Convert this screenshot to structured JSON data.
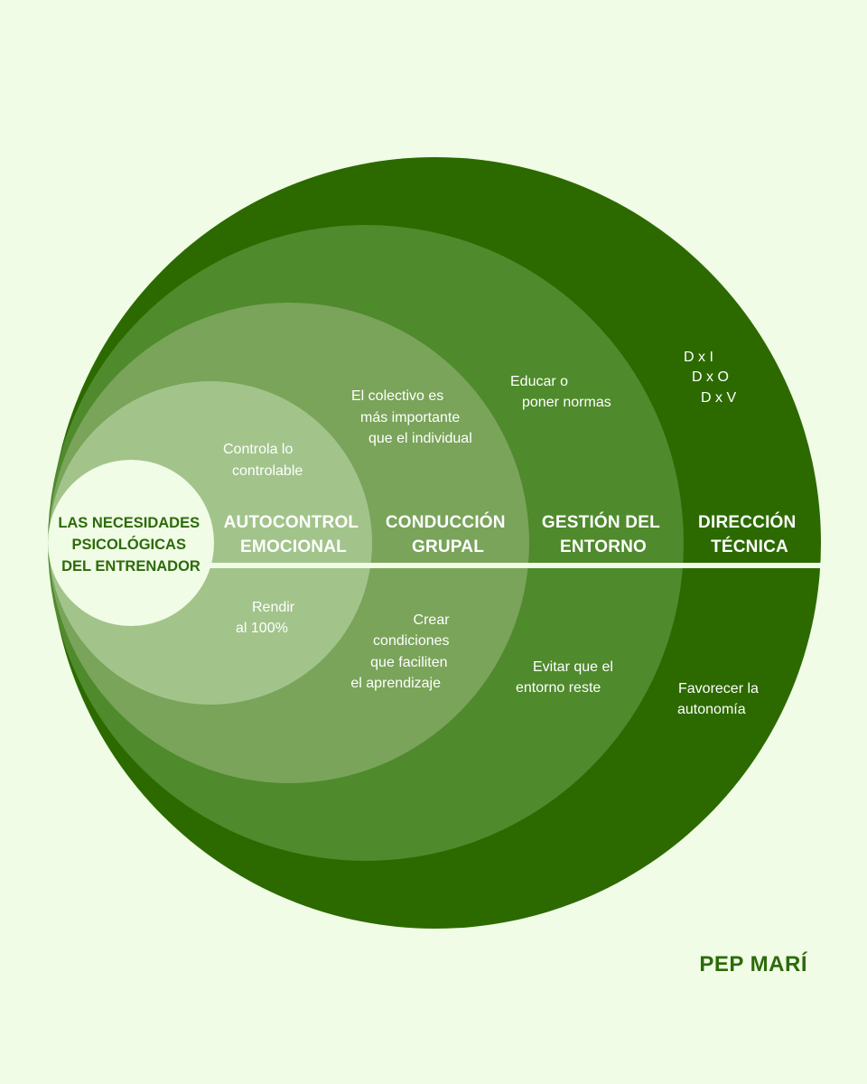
{
  "colors": {
    "background": "#f0fce6",
    "ring_outer": "#2c6a00",
    "ring_2": "#4f8a2c",
    "ring_3": "#79a45a",
    "ring_4": "#a2c48b",
    "center": "#f0fce6",
    "text_dark": "#2d6a0a",
    "divider": "#f0fce6"
  },
  "center": {
    "line1": "LAS NECESIDADES",
    "line2": "PSICOLÓGICAS",
    "line3": "DEL ENTRENADOR"
  },
  "rings": [
    {
      "id": "autocontrol",
      "heading": [
        "AUTOCONTROL",
        "EMOCIONAL"
      ],
      "top_note": [
        "Controla lo",
        "controlable"
      ],
      "bottom_note": [
        "Rendir",
        "al 100%"
      ]
    },
    {
      "id": "conduccion",
      "heading": [
        "CONDUCCIÓN",
        "GRUPAL"
      ],
      "top_note": [
        "El colectivo es",
        "más importante",
        "que el individual"
      ],
      "bottom_note": [
        "Crear",
        "condiciones",
        "que faciliten",
        "el aprendizaje"
      ]
    },
    {
      "id": "gestion",
      "heading": [
        "GESTIÓN DEL",
        "ENTORNO"
      ],
      "top_note": [
        "Educar o",
        "poner normas"
      ],
      "bottom_note": [
        "Evitar que el",
        "entorno reste"
      ]
    },
    {
      "id": "direccion",
      "heading": [
        "DIRECCIÓN",
        "TÉCNICA"
      ],
      "top_note": [
        "D x I",
        "D x O",
        "D x V"
      ],
      "bottom_note": [
        "Favorecer la",
        "autonomía"
      ]
    }
  ],
  "author": "PEP MARÍ"
}
